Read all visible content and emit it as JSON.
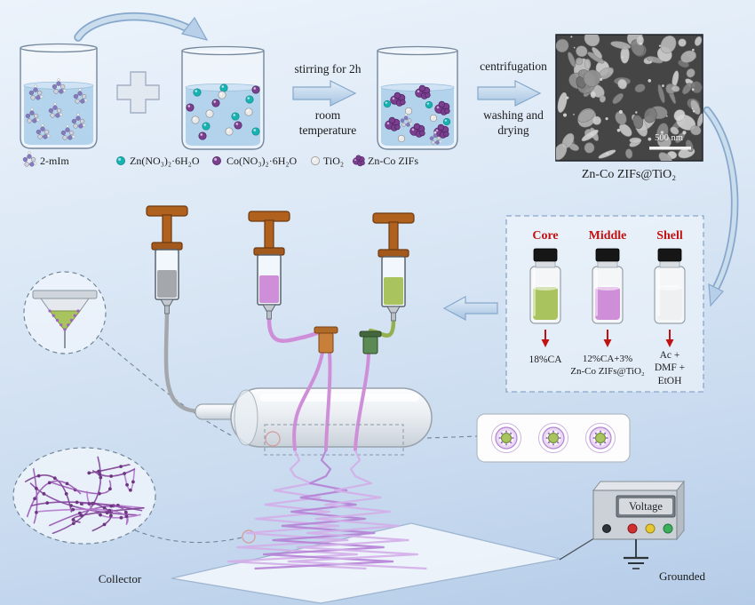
{
  "process": {
    "arrow1_label": "stirring for 2h",
    "arrow1_sub": "room\ntemperature",
    "arrow2_label": "centrifugation",
    "arrow2_sub": "washing and\ndrying"
  },
  "legend": {
    "mim": "2-mIm",
    "zn_salt": "Zn(NO₃)₂·6H₂O",
    "co_salt": "Co(NO₃)₂·6H₂O",
    "tio2": "TiO₂",
    "zifs": "Zn-Co ZIFs"
  },
  "sem": {
    "scale": "500 nm",
    "caption": "Zn-Co ZIFs@TiO₂"
  },
  "solutions": {
    "core_title": "Core",
    "middle_title": "Middle",
    "shell_title": "Shell",
    "core_text": "18%CA",
    "middle_text": "12%CA+3%\nZn-Co ZIFs@TiO₂",
    "shell_text": "Ac +\nDMF +\nEtOH"
  },
  "power": {
    "display": "Voltage",
    "ground": "Grounded"
  },
  "collector": {
    "label": "Collector"
  },
  "colors": {
    "zn_teal": "#18b2b2",
    "co_purple": "#7b3f8f",
    "core_green": "#a9c45e",
    "middle_purple": "#cf8fd8",
    "fiber_purple": "#b583d6",
    "label_red": "#c11212",
    "arrow_blue": "#b7cfe8"
  }
}
